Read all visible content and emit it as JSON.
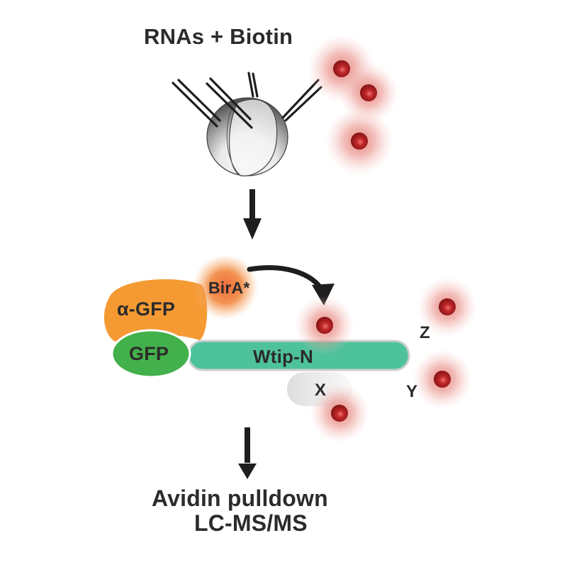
{
  "title": "RNAs + Biotin",
  "embryo": {
    "name": "injected embryo",
    "needles": 4
  },
  "step_arrows": [
    "down",
    "down"
  ],
  "complex": {
    "bira_label": "BirA*",
    "antibody_label": "α-GFP",
    "gfp_label": "GFP",
    "bait_label": "Wtip-N"
  },
  "interactors": {
    "x": "X",
    "y": "Y",
    "z": "Z"
  },
  "output": {
    "line1": "Avidin pulldown",
    "line2": "LC-MS/MS"
  },
  "colors": {
    "biotin": "#b0201f",
    "biotin_glow": "#e27a72",
    "bira": "#f07a3a",
    "antibody": "#f59a33",
    "gfp": "#43b14b",
    "bait": "#4ec29b",
    "x_protein": "#e6e6e8",
    "text": "#2b2b2b"
  }
}
